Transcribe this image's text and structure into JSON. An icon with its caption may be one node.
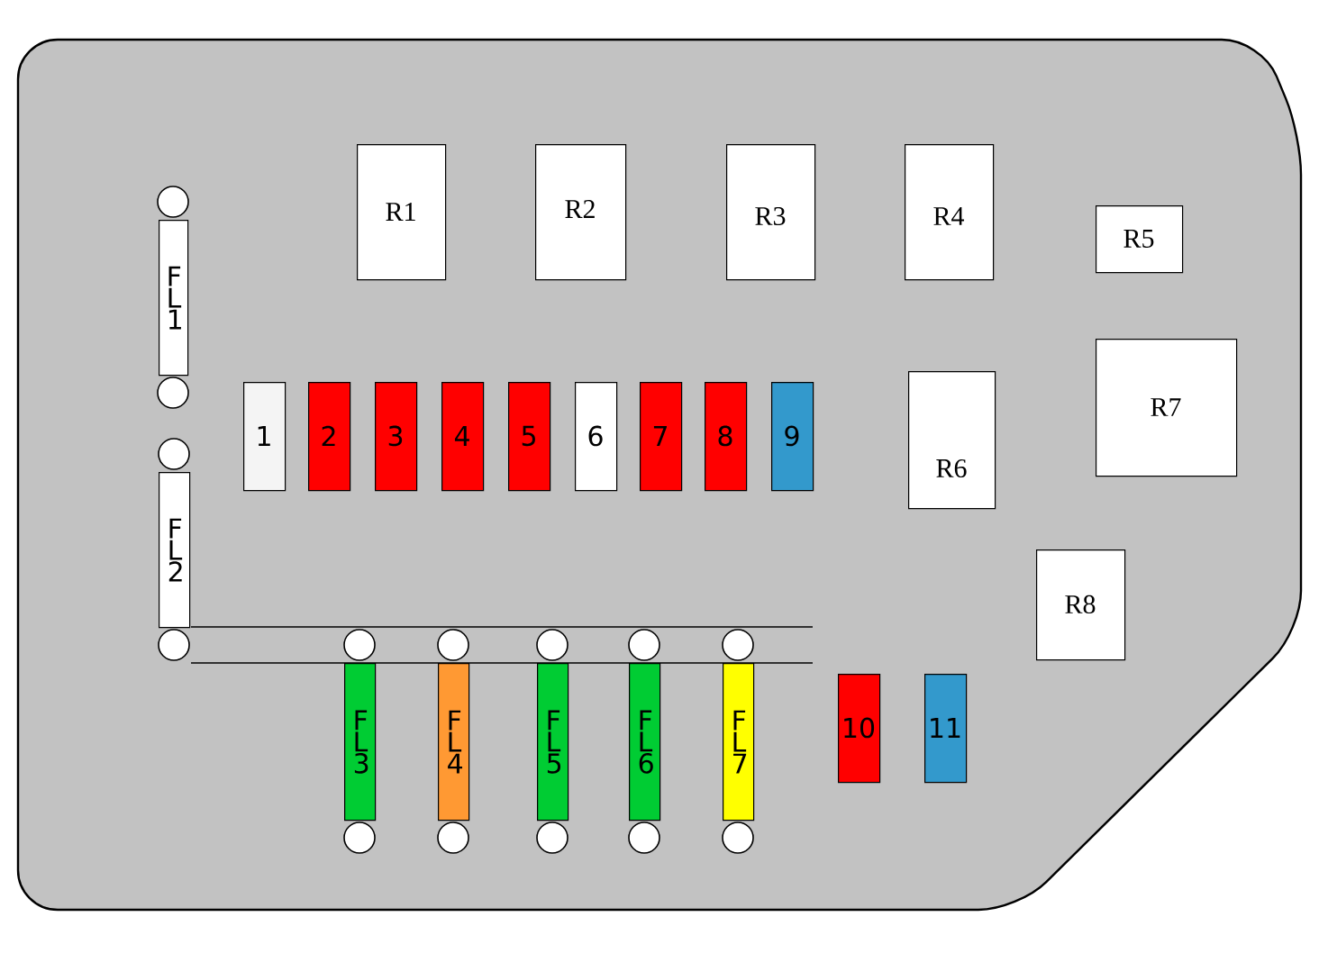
{
  "diagram": {
    "nodes": [
      {
        "text": [
          "R1"
        ]
      },
      {
        "text": [
          "R2"
        ]
      },
      {
        "text": [
          "R3"
        ]
      },
      {
        "text": [
          "R4"
        ]
      },
      {
        "text": [
          "R5"
        ]
      },
      {
        "text": [
          "F L 1"
        ]
      },
      {
        "text": [
          "R7"
        ]
      },
      {
        "text": [
          "1"
        ]
      },
      {
        "text": [
          "2"
        ]
      },
      {
        "text": [
          "3"
        ]
      },
      {
        "text": [
          "4"
        ]
      },
      {
        "text": [
          "5"
        ]
      },
      {
        "text": [
          "6"
        ]
      },
      {
        "text": [
          "7"
        ]
      },
      {
        "text": [
          "8"
        ]
      },
      {
        "text": [
          "9"
        ]
      },
      {
        "text": [
          "R6"
        ]
      },
      {
        "text": [
          "F L 2"
        ]
      },
      {
        "text": [
          "R8"
        ]
      },
      {
        "text": [
          "F L 3"
        ]
      },
      {
        "text": [
          "F L 4"
        ]
      },
      {
        "text": [
          "F L 5"
        ]
      },
      {
        "text": [
          "F L 6"
        ]
      },
      {
        "text": [
          "F L 7"
        ]
      },
      {
        "text": [
          "10"
        ]
      },
      {
        "text": [
          "11"
        ]
      }
    ]
  }
}
